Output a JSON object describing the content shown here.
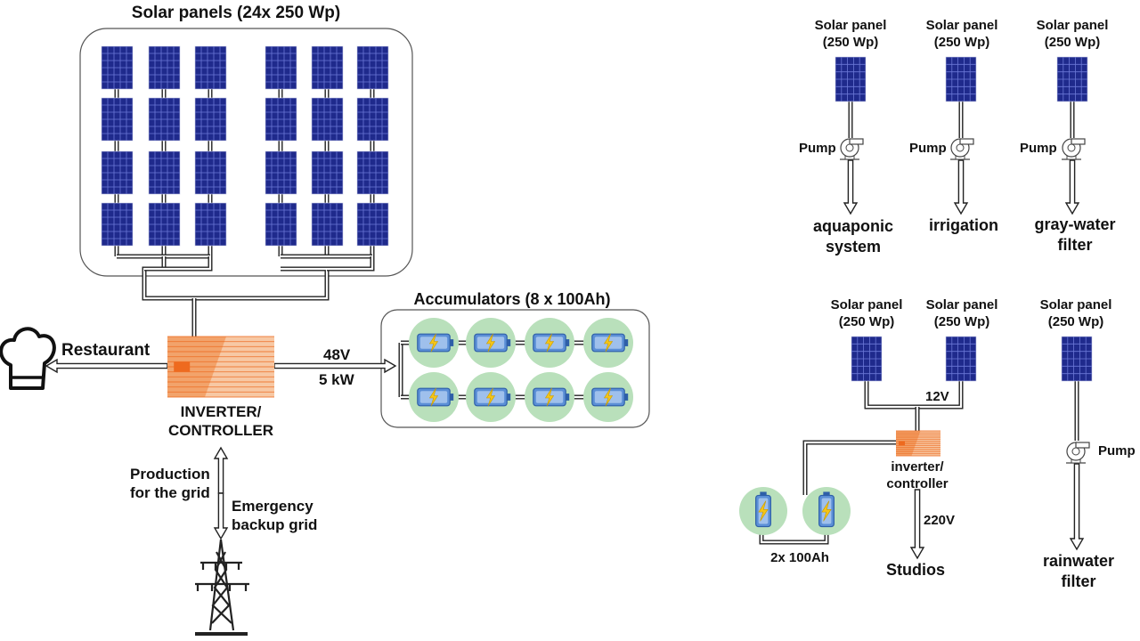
{
  "main_system": {
    "panels_title": "Solar panels (24x 250 Wp)",
    "accumulators_title": "Accumulators (8 x 100Ah)",
    "voltage": "48V",
    "power": "5 kW",
    "restaurant": "Restaurant",
    "inverter": "INVERTER/\nCONTROLLER",
    "production": "Production\nfor the grid",
    "backup": "Emergency\nbackup grid"
  },
  "pump_systems": [
    {
      "panel": "Solar panel\n(250 Wp)",
      "pump": "Pump",
      "target": "aquaponic\nsystem"
    },
    {
      "panel": "Solar panel\n(250 Wp)",
      "pump": "Pump",
      "target": "irrigation"
    },
    {
      "panel": "Solar panel\n(250 Wp)",
      "pump": "Pump",
      "target": "gray-water\nfilter"
    }
  ],
  "studio_system": {
    "panel_1": "Solar panel\n(250 Wp)",
    "panel_2": "Solar panel\n(250 Wp)",
    "voltage": "12V",
    "inverter": "inverter/\ncontroller",
    "batteries": "2x 100Ah",
    "output_voltage": "220V",
    "target": "Studios"
  },
  "rain_system": {
    "panel": "Solar panel\n(250 Wp)",
    "pump": "Pump",
    "target": "rainwater\nfilter"
  },
  "colors": {
    "panel": "#1f2a8c",
    "panel_grid": "#6b78d6",
    "inverter": "#f2a36b",
    "inverter_accent": "#ee6a1f",
    "battery_circle": "#b9e0bb",
    "battery": "#5b8fd6",
    "battery_bolt": "#f5c518"
  }
}
